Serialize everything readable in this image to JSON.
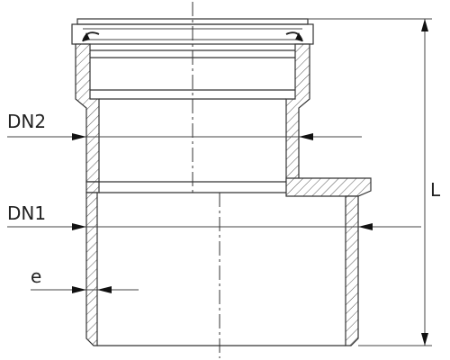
{
  "labels": {
    "dn2": "DN2",
    "dn1": "DN1",
    "e": "e",
    "l": "L"
  }
}
